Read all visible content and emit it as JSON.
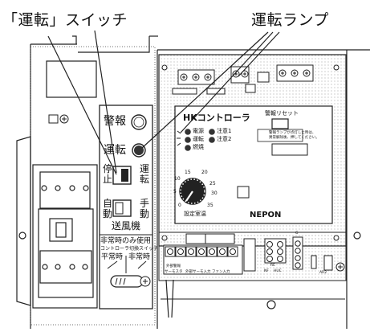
{
  "callouts": {
    "switch": "「運転」スイッチ",
    "lamp": "運転ランプ"
  },
  "left_panel": {
    "alarm": "警報",
    "run": "運転",
    "stop_top": "停",
    "stop_bottom": "止",
    "run_top": "運",
    "run_bottom": "転",
    "auto_top": "自",
    "auto_bottom": "動",
    "manual_top": "手",
    "manual_bottom": "動",
    "fan": "送風機",
    "emergency_use": "非常時のみ使用",
    "controller_switch": "コントローラ切換スイッチ",
    "normal": "平常時",
    "emergency": "非常時"
  },
  "controller": {
    "title": "HKコントローラ",
    "reset": "警報リセット",
    "leds": [
      "電源",
      "運転",
      "燃焼"
    ],
    "cautions": [
      "注意1",
      "注意2"
    ],
    "reset_note_1": "警報ランプが点灯した時は、",
    "reset_note_2": "異常解除後、押してください。",
    "dial_ticks": [
      "0",
      "5",
      "10",
      "15",
      "20",
      "25",
      "30",
      "35"
    ],
    "dial_label": "設定室温",
    "brand": "NEPON"
  },
  "terminals": {
    "labels": [
      "外部警報",
      "サーモスタ",
      "外部サーモ入力",
      "ファン入力"
    ],
    "mid_labels": [
      "RE",
      "NF",
      "HUC"
    ],
    "right_labels": [
      "G",
      "AR2"
    ]
  },
  "colors": {
    "panel": "#ffffff",
    "stroke": "#111111",
    "dot_pattern": "#9a9a9a",
    "run_lamp": "#222222"
  }
}
